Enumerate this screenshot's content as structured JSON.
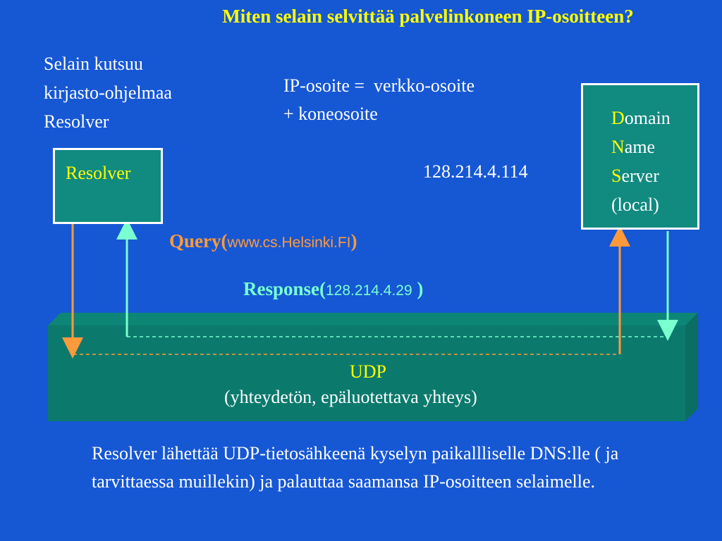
{
  "title": "Miten selain selvittää palvelinkoneen IP-osoitteen?",
  "intro": {
    "line1": "Selain kutsuu",
    "line2": "kirjasto-ohjelmaa",
    "line3": "Resolver"
  },
  "ip_definition": {
    "line1": "IP-osoite =  verkko-osoite",
    "line2": "+ koneosoite"
  },
  "ip_example": "128.214.4.114",
  "resolver_box": {
    "label": "Resolver"
  },
  "dns_box": {
    "line1_cap": "D",
    "line1_rest": "omain",
    "line2_cap": "N",
    "line2_rest": "ame",
    "line3_cap": "S",
    "line3_rest": "erver",
    "line4": "(local)"
  },
  "query": {
    "word": "Query(",
    "url": "www.cs.Helsinki.FI",
    "close": ")"
  },
  "response": {
    "word": "Response(",
    "ip": "128.214.4.29",
    "close": " )"
  },
  "udp": {
    "label": "UDP",
    "subtitle": "(yhteydetön, epäluotettava yhteys)"
  },
  "explanation": "Resolver lähettää UDP-tietosähkeenä kyselyn  paikallliselle DNS:lle ( ja tarvittaessa muillekin) ja palauttaa saamansa IP-osoitteen  selaimelle.",
  "colors": {
    "background": "#1657d4",
    "box_fill": "#118a80",
    "title": "#ffff00",
    "query_arrow": "#ff9a3c",
    "response_arrow": "#7affcf"
  }
}
